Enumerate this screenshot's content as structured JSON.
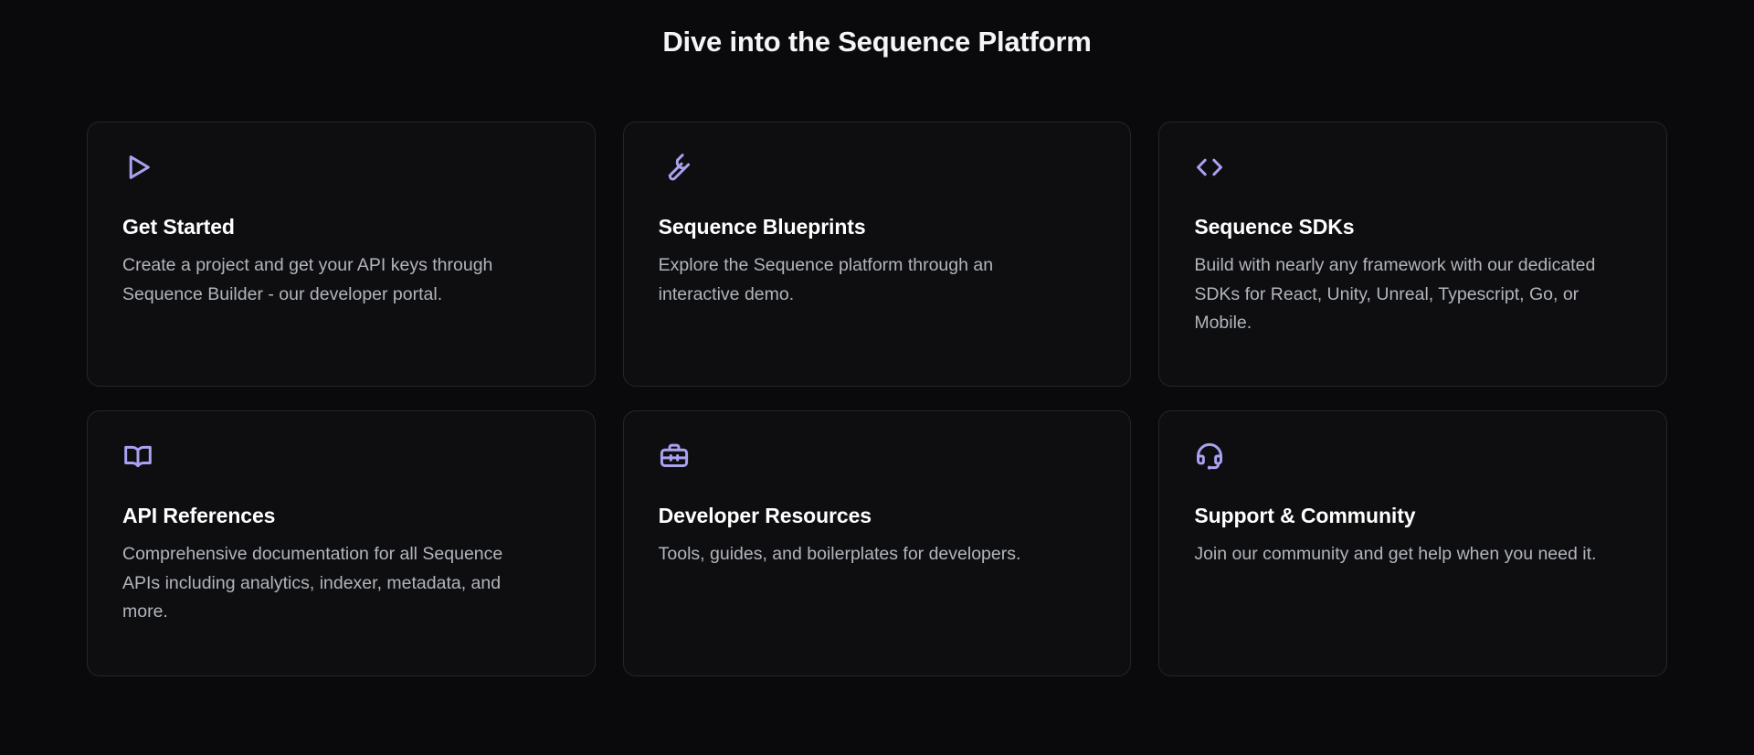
{
  "page": {
    "heading": "Dive into the Sequence Platform",
    "background_color": "#0a0a0c",
    "card_background_color": "#0e0e10",
    "card_border_color": "#26262a",
    "accent_color": "#a9a2f0",
    "title_color": "#ffffff",
    "body_color": "#b1b5bc"
  },
  "cards": [
    {
      "icon": "play-triangle-icon",
      "title": "Get Started",
      "description": "Create a project and get your API keys through Sequence Builder - our developer portal."
    },
    {
      "icon": "wrench-icon",
      "title": "Sequence Blueprints",
      "description": "Explore the Sequence platform through an interactive demo."
    },
    {
      "icon": "code-brackets-icon",
      "title": "Sequence SDKs",
      "description": "Build with nearly any framework with our dedicated SDKs for React, Unity, Unreal, Typescript, Go, or Mobile."
    },
    {
      "icon": "open-book-icon",
      "title": "API References",
      "description": "Comprehensive documentation for all Sequence APIs including analytics, indexer, metadata, and more."
    },
    {
      "icon": "toolbox-icon",
      "title": "Developer Resources",
      "description": "Tools, guides, and boilerplates for developers."
    },
    {
      "icon": "headset-icon",
      "title": "Support & Community",
      "description": "Join our community and get help when you need it."
    }
  ]
}
